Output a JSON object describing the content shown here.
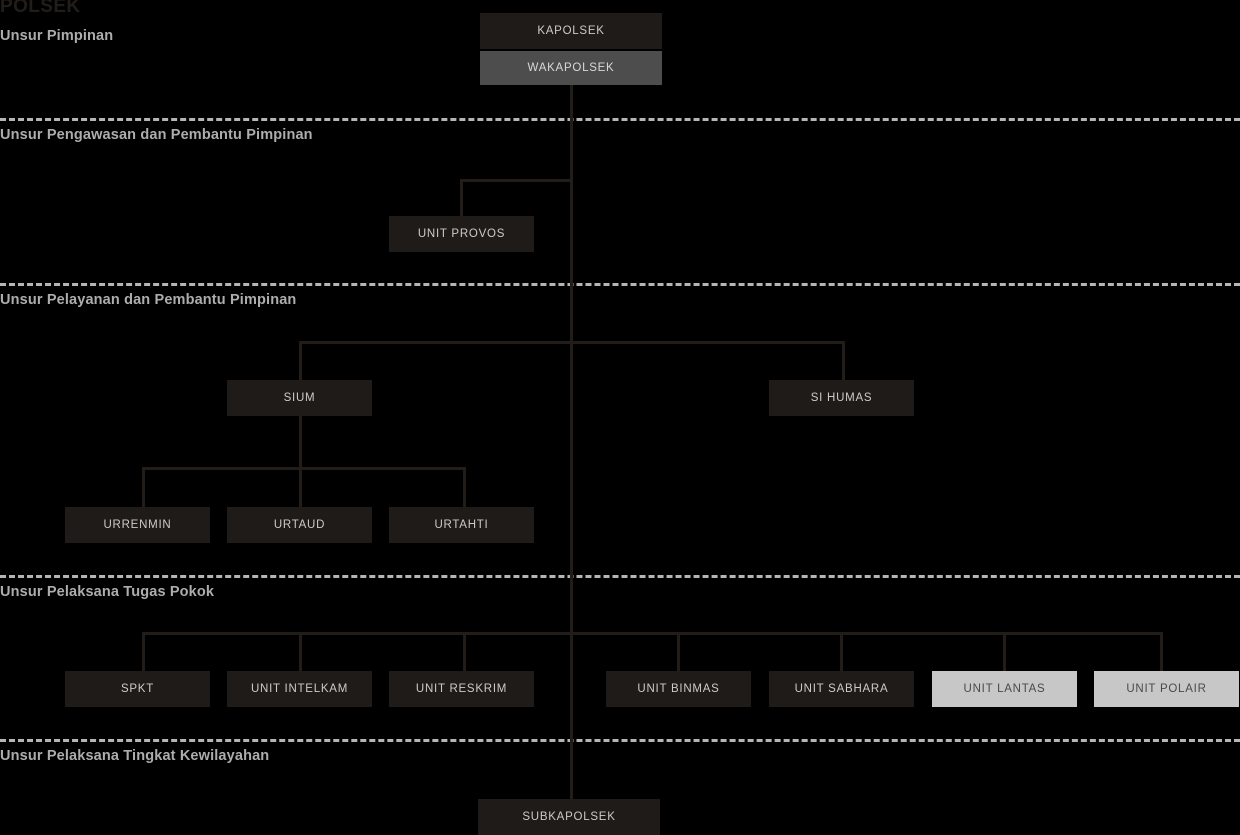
{
  "title": "POLSEK",
  "theme": {
    "background": "#000000",
    "box_dark": "#1f1b19",
    "box_dark_text": "#cfcac6",
    "box_mid": "#4d4d4d",
    "box_mid_text": "#d8d8d8",
    "box_light": "#c7c7c7",
    "box_light_text": "#4a4a4a",
    "line": "#231d1a",
    "divider": "#b5b5b5",
    "band_label": "#adadad",
    "title_color": "#231d1a"
  },
  "bands": [
    {
      "label": "Unsur Pimpinan"
    },
    {
      "label": "Unsur Pengawasan dan Pembantu Pimpinan"
    },
    {
      "label": "Unsur Pelayanan dan Pembantu Pimpinan"
    },
    {
      "label": "Unsur Pelaksana Tugas Pokok"
    },
    {
      "label": "Unsur Pelaksana Tingkat Kewilayahan"
    }
  ],
  "nodes": {
    "kapolsek": "KAPOLSEK",
    "wakapolsek": "WAKAPOLSEK",
    "unit_provos": "UNIT PROVOS",
    "sium": "SIUM",
    "si_humas": "SI HUMAS",
    "urrenmin": "URRENMIN",
    "urtaud": "URTAUD",
    "urtahti": "URTAHTI",
    "spkt": "SPKT",
    "unit_intelkam": "UNIT INTELKAM",
    "unit_reskrim": "UNIT RESKRIM",
    "unit_binmas": "UNIT BINMAS",
    "unit_sabhara": "UNIT SABHARA",
    "unit_lantas": "UNIT LANTAS",
    "unit_polair": "UNIT POLAIR",
    "subkapolsek": "SUBKAPOLSEK"
  }
}
